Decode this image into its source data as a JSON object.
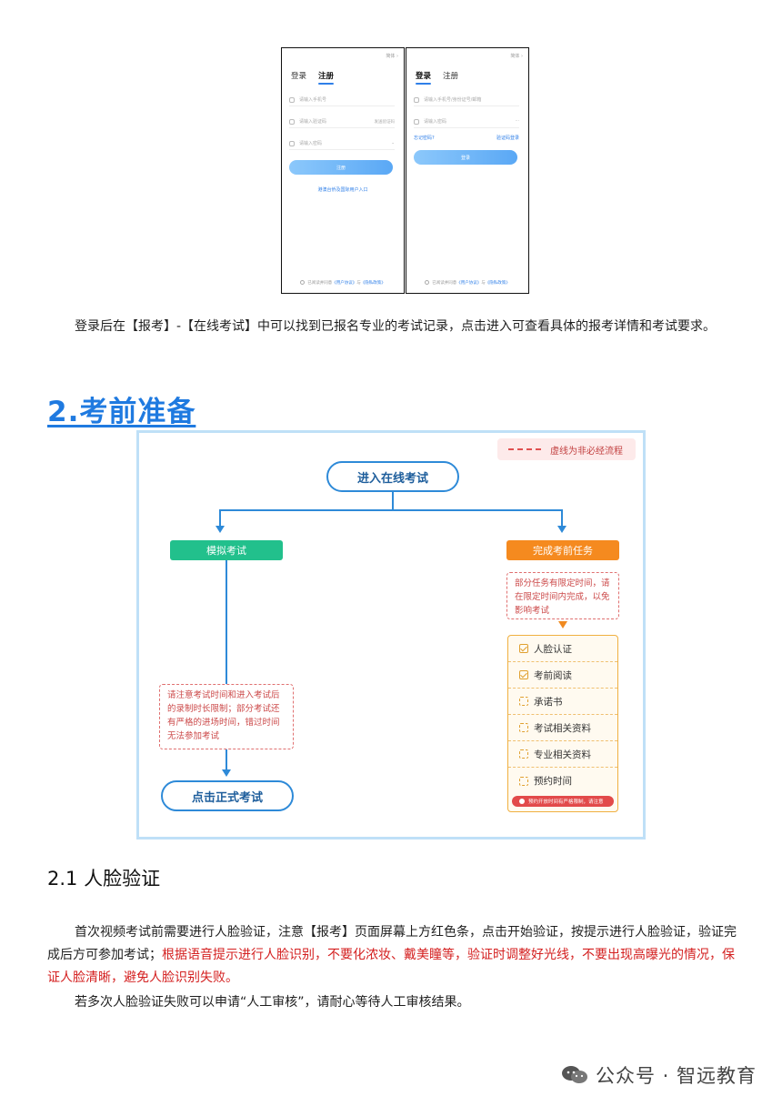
{
  "phones": {
    "register": {
      "lang": "简体 ›",
      "tab_login": "登录",
      "tab_register": "注册",
      "phone_placeholder": "请输入手机号",
      "code_placeholder": "请输入验证码",
      "code_button": "发送验证码",
      "password_placeholder": "请输入密码",
      "submit": "注册",
      "link": "港澳台侨及国际用户入口",
      "footer_prefix": "已阅读并同意",
      "footer_user": "《用户协议》",
      "footer_and": "与",
      "footer_privacy": "《隐私政策》"
    },
    "login": {
      "lang": "简体 ›",
      "tab_login": "登录",
      "tab_register": "注册",
      "account_placeholder": "请输入手机号/身份证号/邮箱",
      "password_placeholder": "请输入密码",
      "forgot": "忘记密码?",
      "sms_login": "验证码登录",
      "submit": "登录",
      "footer_prefix": "已阅读并同意",
      "footer_user": "《用户协议》",
      "footer_and": "与",
      "footer_privacy": "《隐私政策》"
    }
  },
  "intro_paragraph": "登录后在【报考】-【在线考试】中可以找到已报名专业的考试记录，点击进入可查看具体的报考详情和考试要求。",
  "section_title": "2.考前准备",
  "flowchart": {
    "legend": "虚线为非必经流程",
    "start": "进入在线考试",
    "mock": "模拟考试",
    "pretasks": "完成考前任务",
    "pretasks_note": "部分任务有限定时间，请在限定时间内完成，以免影响考试",
    "mock_note": "请注意考试时间和进入考试后的录制时长限制；部分考试还有严格的进场时间，错过时间无法参加考试",
    "formal": "点击正式考试",
    "tasks": [
      {
        "label": "人脸认证",
        "checked": true
      },
      {
        "label": "考前阅读",
        "checked": true
      },
      {
        "label": "承诺书",
        "checked": false
      },
      {
        "label": "考试相关资料",
        "checked": false
      },
      {
        "label": "专业相关资料",
        "checked": false
      },
      {
        "label": "预约时间",
        "checked": false
      }
    ],
    "warning": "预约开放时间有严格限制，请注意"
  },
  "subsection_title": "2.1 人脸验证",
  "face_paragraph_normal": "首次视频考试前需要进行人脸验证，注意【报考】页面屏幕上方红色条，点击开始验证，按提示进行人脸验证，验证完成后方可参加考试；",
  "face_paragraph_red": "根据语音提示进行人脸识别，不要化浓妆、戴美瞳等，验证时调整好光线，不要出现高曝光的情况，保证人脸清晰，避免人脸识别失败。",
  "retry_paragraph": "若多次人脸验证失败可以申请“人工审核”，请耐心等待人工审核结果。",
  "watermark": "公众号 · 智远教育"
}
